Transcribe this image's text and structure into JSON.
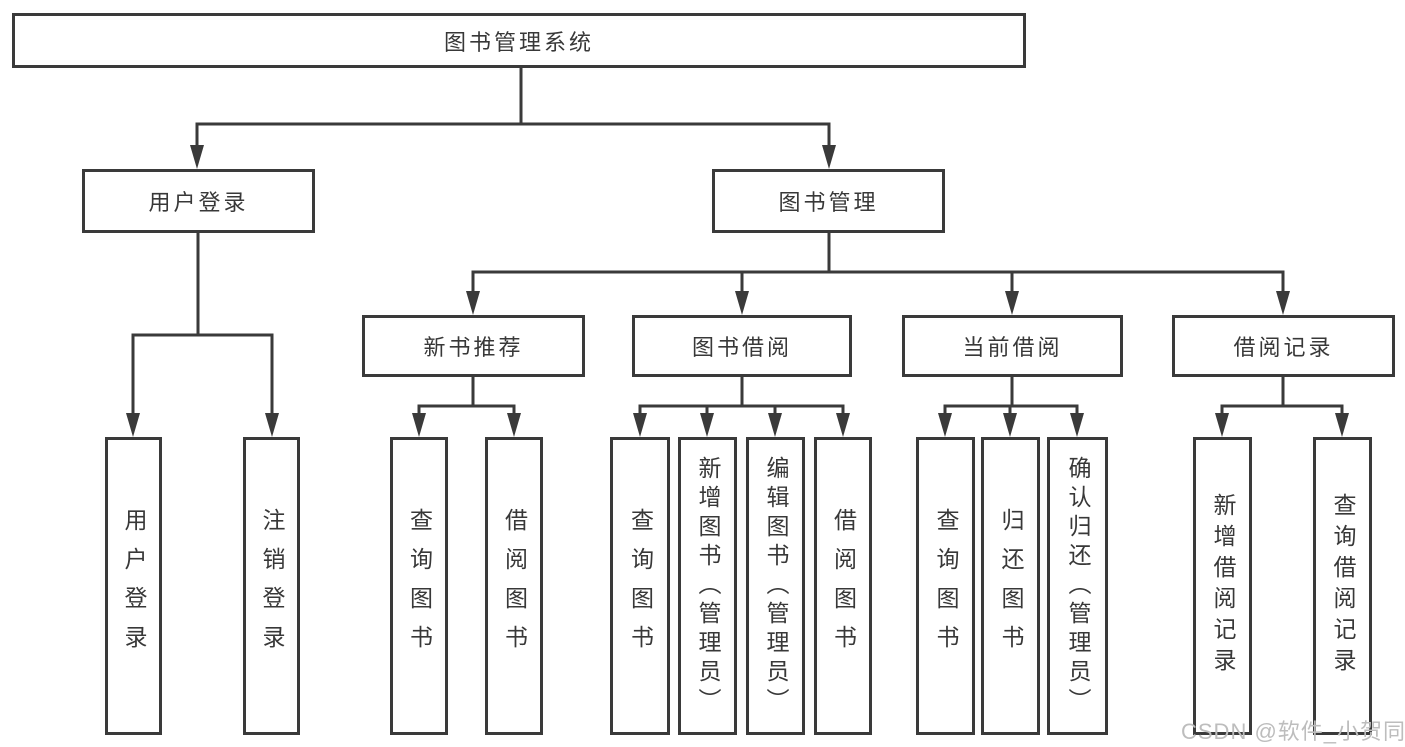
{
  "diagram": {
    "root": {
      "label": "图书管理系统"
    },
    "branches": [
      {
        "label": "用户登录",
        "children": [
          {
            "label": "用户登录"
          },
          {
            "label": "注销登录"
          }
        ]
      },
      {
        "label": "图书管理",
        "children": [
          {
            "label": "新书推荐",
            "children": [
              {
                "label": "查询图书"
              },
              {
                "label": "借阅图书"
              }
            ]
          },
          {
            "label": "图书借阅",
            "children": [
              {
                "label": "查询图书"
              },
              {
                "label": "新增图书（管理员）"
              },
              {
                "label": "编辑图书（管理员）"
              },
              {
                "label": "借阅图书"
              }
            ]
          },
          {
            "label": "当前借阅",
            "children": [
              {
                "label": "查询图书"
              },
              {
                "label": "归还图书"
              },
              {
                "label": "确认归还（管理员）"
              }
            ]
          },
          {
            "label": "借阅记录",
            "children": [
              {
                "label": "新增借阅记录"
              },
              {
                "label": "查询借阅记录"
              }
            ]
          }
        ]
      }
    ]
  },
  "watermark": {
    "text": "CSDN @软件_小贺同学"
  },
  "colors": {
    "line": "#3a3a3a",
    "text": "#383838",
    "watermark": "#bdbdbd",
    "background": "#ffffff"
  }
}
